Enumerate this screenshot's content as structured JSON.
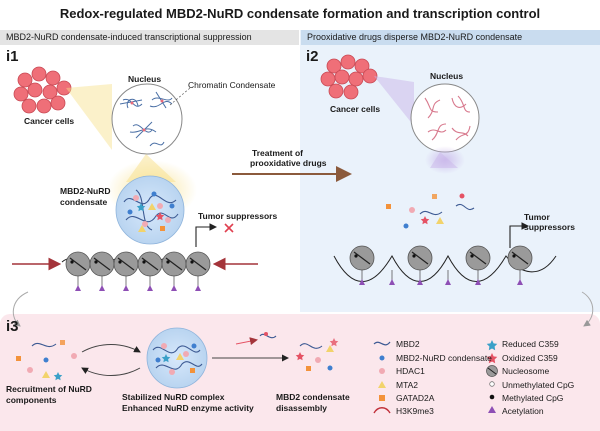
{
  "title": "Redox-regulated MBD2-NuRD condensate formation and transcription control",
  "panel_left": {
    "header": "MBD2-NuRD condensate-induced transcriptional suppression",
    "tag": "i1",
    "cancer_cells": "Cancer cells",
    "nucleus": "Nucleus",
    "chromatin_condensate": "Chromatin Condensate",
    "condensate_label_1": "MBD2-NuRD",
    "condensate_label_2": "condensate",
    "tumor_suppressors": "Tumor suppressors"
  },
  "panel_right": {
    "header": "Prooxidative drugs disperse MBD2-NuRD condensate",
    "tag": "i2",
    "cancer_cells": "Cancer cells",
    "nucleus": "Nucleus",
    "tumor_suppressors": "Tumor suppressors"
  },
  "treatment": {
    "line1": "Treatment of",
    "line2": "prooxidative drugs"
  },
  "panel_bottom": {
    "tag": "i3",
    "recruit_1": "Recruitment of NuRD",
    "recruit_2": "components",
    "stabilized_1": "Stabilized NuRD complex",
    "stabilized_2": "Enhanced NuRD enzyme activity",
    "disassembly_1": "MBD2 condensate",
    "disassembly_2": "disassembly"
  },
  "legend": {
    "col1": [
      "MBD2",
      "MBD2-NuRD condensate",
      "HDAC1",
      "MTA2",
      "GATAD2A",
      "H3K9me3"
    ],
    "col2": [
      "Reduced C359",
      "Oxidized C359",
      "Nucleosome",
      "Unmethylated CpG",
      "Methylated CpG",
      "Acetylation"
    ]
  },
  "colors": {
    "left_header_bg": "#e4e4e4",
    "right_header_bg": "#c9dcef",
    "right_panel_bg": "#eaf2fb",
    "bottom_panel_bg": "#fbe7ec",
    "arrow_brown": "#8b5a3c",
    "cell_red": "#ef6f78",
    "nucleosome_gray": "#9a9a9a",
    "condensate_blue": "#cfe3f7"
  }
}
